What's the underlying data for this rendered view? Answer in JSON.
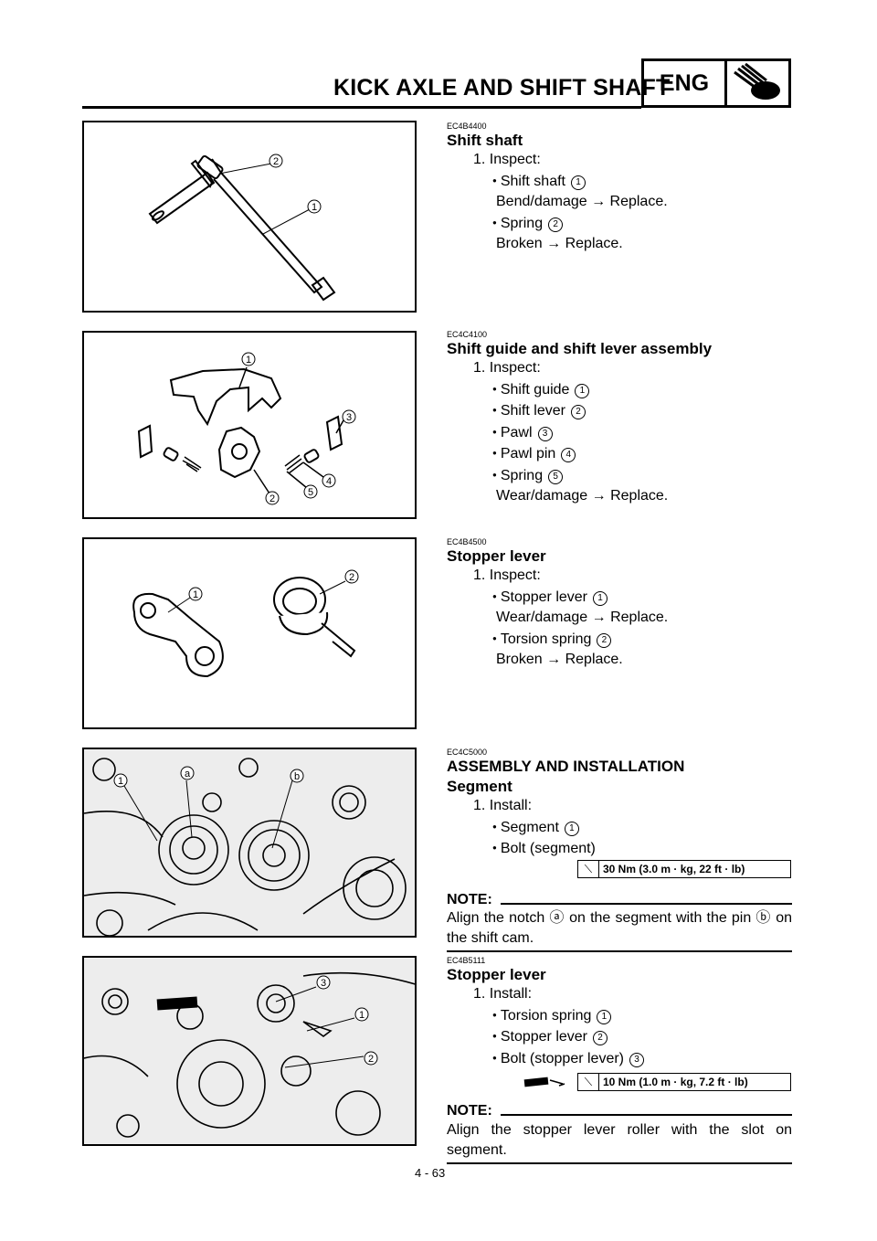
{
  "header": {
    "title": "KICK AXLE AND SHIFT SHAFT",
    "badge": "ENG"
  },
  "sections": {
    "shift_shaft": {
      "code": "EC4B4400",
      "title": "Shift shaft",
      "step1": "1. Inspect:",
      "b1": "Shift shaft",
      "b1_num": "1",
      "b1_sub": "Bend/damage → Replace.",
      "b2": "Spring",
      "b2_num": "2",
      "b2_sub": "Broken → Replace."
    },
    "shift_guide": {
      "code": "EC4C4100",
      "title": "Shift guide and shift lever assembly",
      "step1": "1. Inspect:",
      "b1": "Shift guide",
      "b1_num": "1",
      "b2": "Shift lever",
      "b2_num": "2",
      "b3": "Pawl",
      "b3_num": "3",
      "b4": "Pawl pin",
      "b4_num": "4",
      "b5": "Spring",
      "b5_num": "5",
      "sub": "Wear/damage → Replace."
    },
    "stopper_lever": {
      "code": "EC4B4500",
      "title": "Stopper lever",
      "step1": "1. Inspect:",
      "b1": "Stopper lever",
      "b1_num": "1",
      "b1_sub": "Wear/damage → Replace.",
      "b2": "Torsion spring",
      "b2_num": "2",
      "b2_sub": "Broken → Replace."
    },
    "assembly": {
      "code": "EC4C5000",
      "title": "ASSEMBLY AND INSTALLATION",
      "subtitle": "Segment",
      "step1": "1. Install:",
      "b1": "Segment",
      "b1_num": "1",
      "b2": "Bolt (segment)",
      "torque": "30 Nm (3.0 m · kg, 22 ft · lb)",
      "note_label": "NOTE:",
      "note": "Align the notch ⓐ on the segment with the pin ⓑ on the shift cam."
    },
    "stopper_install": {
      "code": "EC4B5111",
      "title": "Stopper lever",
      "step1": "1. Install:",
      "b1": "Torsion spring",
      "b1_num": "1",
      "b2": "Stopper lever",
      "b2_num": "2",
      "b3": "Bolt (stopper lever)",
      "b3_num": "3",
      "torque": "10 Nm (1.0 m · kg, 7.2 ft · lb)",
      "note_label": "NOTE:",
      "note": "Align the stopper lever roller with the slot on segment."
    }
  },
  "figures": {
    "fig1_labels": [
      "2",
      "1"
    ],
    "fig2_labels": [
      "1",
      "3",
      "4",
      "5",
      "2"
    ],
    "fig3_labels": [
      "1",
      "2"
    ],
    "fig4_labels": [
      "1",
      "a",
      "b"
    ],
    "fig5_labels": [
      "3",
      "1",
      "2"
    ]
  },
  "page_number": "4 - 63"
}
